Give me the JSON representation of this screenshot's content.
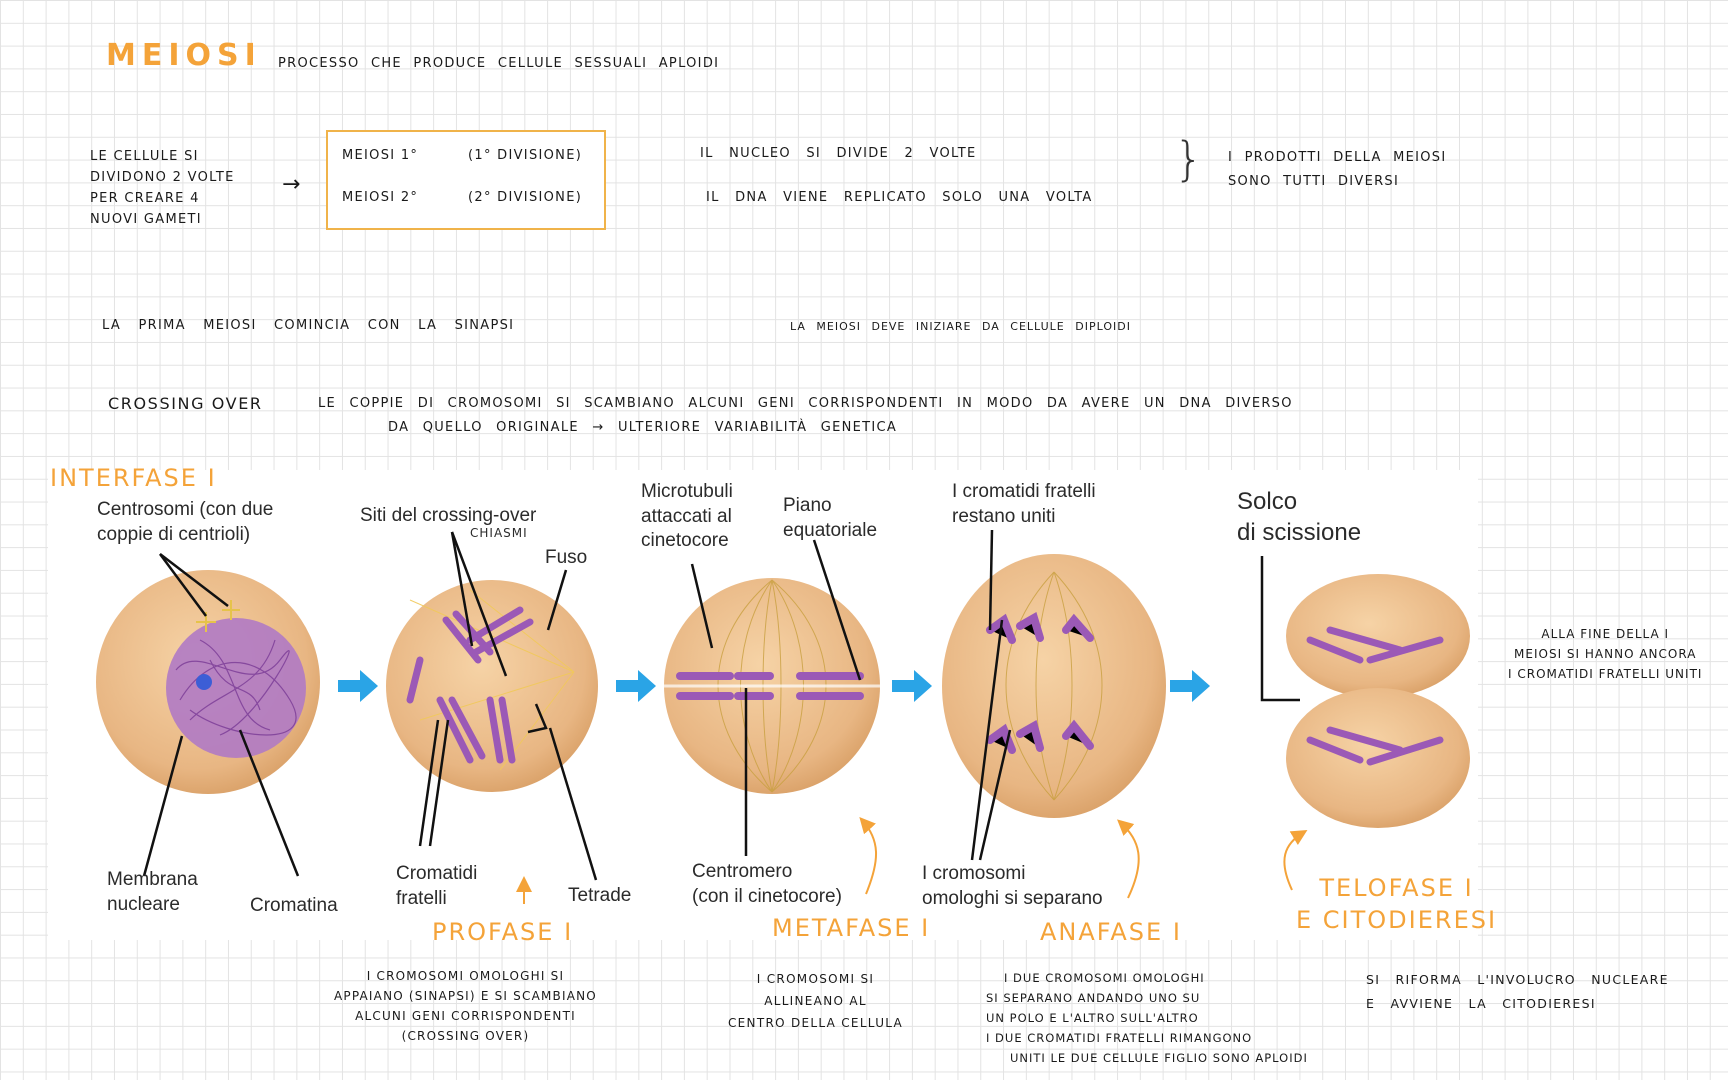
{
  "header": {
    "title": "MEIOSI",
    "subtitle": "PROCESSO CHE PRODUCE CELLULE SESSUALI APLOIDI"
  },
  "intro": {
    "cells_divide": [
      "LE CELLULE SI",
      "DIVIDONO 2 VOLTE",
      "PER CREARE 4",
      "NUOVI GAMETI"
    ],
    "arrow": "→",
    "box": {
      "row1": {
        "name": "MEIOSI 1°",
        "desc": "(1° DIVISIONE)"
      },
      "row2": {
        "name": "MEIOSI 2°",
        "desc": "(2° DIVISIONE)"
      }
    },
    "nucleus_line": "IL NUCLEO SI DIVIDE 2 VOLTE",
    "dna_line": "IL DNA VIENE REPLICATO SOLO UNA VOLTA",
    "brace": "}",
    "products": [
      "I PRODOTTI DELLA MEIOSI",
      "SONO TUTTI DIVERSI"
    ]
  },
  "notes": {
    "sinapsi": "LA PRIMA MEIOSI COMINCIA CON LA SINAPSI",
    "diploid": "LA MEIOSI DEVE INIZIARE DA CELLULE DIPLOIDI",
    "crossing_label": "CROSSING OVER",
    "crossing_line1": "LE COPPIE DI CROMOSOMI SI SCAMBIANO ALCUNI GENI CORRISPONDENTI IN MODO DA AVERE UN DNA DIVERSO",
    "crossing_line2": "DA QUELLO ORIGINALE → ULTERIORE VARIABILITÀ GENETICA"
  },
  "diagram": {
    "interfase_title": "INTERFASE I",
    "centrosomi": [
      "Centrosomi (con due",
      "coppie di centrioli)"
    ],
    "membrana": [
      "Membrana",
      "nucleare"
    ],
    "cromatina": "Cromatina",
    "siti": "Siti del crossing-over",
    "chiasmi": "CHIASMI",
    "fuso": "Fuso",
    "cromatidi": [
      "Cromatidi",
      "fratelli"
    ],
    "tetrade": "Tetrade",
    "microtubuli": [
      "Microtubuli",
      "attaccati al",
      "cinetocore"
    ],
    "piano": [
      "Piano",
      "equatoriale"
    ],
    "centromero": [
      "Centromero",
      "(con il cinetocore)"
    ],
    "cromatidi_uniti": [
      "I cromatidi fratelli",
      "restano uniti"
    ],
    "cromosomi_omologhi": [
      "I cromosomi",
      "omologhi si separano"
    ],
    "solco": [
      "Solco",
      "di scissione"
    ]
  },
  "stages": {
    "profase": "PROFASE I",
    "metafase": "METAFASE I",
    "anafase": "ANAFASE I",
    "telofase": [
      "TELOFASE I",
      "E CITODIERESI"
    ]
  },
  "captions": {
    "end_note": [
      "ALLA FINE DELLA I",
      "MEIOSI SI HANNO ANCORA",
      "I CROMATIDI FRATELLI UNITI"
    ],
    "profase": [
      "I CROMOSOMI OMOLOGHI SI",
      "APPAIANO (SINAPSI) E SI SCAMBIANO",
      "ALCUNI GENI CORRISPONDENTI",
      "(CROSSING OVER)"
    ],
    "metafase": [
      "I CROMOSOMI SI",
      "ALLINEANO AL",
      "CENTRO DELLA CELLULA"
    ],
    "anafase": [
      "I DUE CROMOSOMI OMOLOGHI",
      "SI SEPARANO ANDANDO UNO SU",
      "UN POLO E L'ALTRO SULL'ALTRO",
      "I DUE CROMATIDI FRATELLI RIMANGONO",
      "UNITI LE DUE CELLULE FIGLIO SONO APLOIDI"
    ],
    "telofase": [
      "SI RIFORMA L'INVOLUCRO NUCLEARE",
      "E AVVIENE LA CITODIERESI"
    ]
  },
  "colors": {
    "accent": "#f4a339",
    "box_border": "#f0b34a",
    "cell_fill": "#e9b987",
    "chromosome": "#9b59b6",
    "arrow_blue": "#2aa4e6"
  }
}
